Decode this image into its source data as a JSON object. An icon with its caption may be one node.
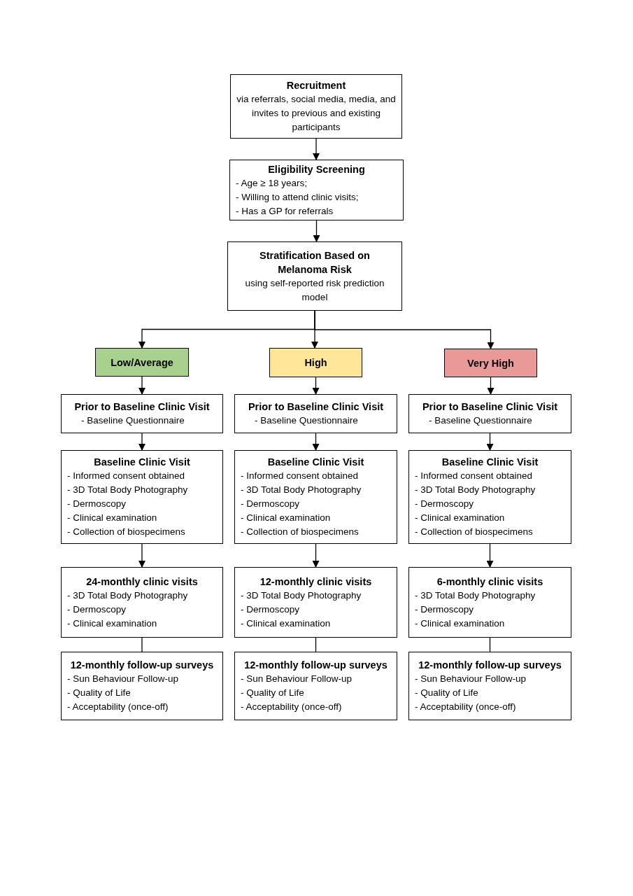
{
  "diagram": {
    "nodes": [
      {
        "text": [
          "Recruitment",
          "via referrals, social media, media, and invites to previous and existing participants"
        ]
      },
      {
        "text": [
          "Eligibility Screening",
          "- Age ≥ 18 years;",
          "- Willing to attend clinic visits;",
          "- Has a GP for referrals"
        ]
      },
      {
        "text": [
          "Stratification Based on Melanoma Risk",
          "using self-reported risk prediction model"
        ]
      },
      {
        "text": [
          "Low/Average"
        ]
      },
      {
        "text": [
          "High"
        ]
      },
      {
        "text": [
          "Very High"
        ]
      },
      {
        "text": [
          "Prior to Baseline Clinic Visit",
          "- Baseline Questionnaire"
        ]
      },
      {
        "text": [
          "Prior to Baseline Clinic Visit",
          "- Baseline Questionnaire"
        ]
      },
      {
        "text": [
          "Prior to Baseline Clinic Visit",
          "- Baseline Questionnaire"
        ]
      },
      {
        "text": [
          "Baseline Clinic Visit",
          "- Informed consent obtained",
          "- 3D Total Body Photography",
          "- Dermoscopy",
          "- Clinical examination",
          "- Collection of biospecimens"
        ]
      },
      {
        "text": [
          "Baseline Clinic Visit",
          "- Informed consent obtained",
          "- 3D Total Body Photography",
          "- Dermoscopy",
          "- Clinical examination",
          "- Collection of biospecimens"
        ]
      },
      {
        "text": [
          "Baseline Clinic Visit",
          "- Informed consent obtained",
          "- 3D Total Body Photography",
          "- Dermoscopy",
          "- Clinical examination",
          "- Collection of biospecimens"
        ]
      },
      {
        "text": [
          "24-monthly clinic visits",
          "- 3D Total Body Photography",
          "- Dermoscopy",
          "- Clinical examination"
        ]
      },
      {
        "text": [
          "12-monthly clinic visits",
          "- 3D Total Body Photography",
          "- Dermoscopy",
          "- Clinical examination"
        ]
      },
      {
        "text": [
          "6-monthly clinic visits",
          "- 3D Total Body Photography",
          "- Dermoscopy",
          "- Clinical examination"
        ]
      },
      {
        "text": [
          "12-monthly follow-up surveys",
          "- Sun Behaviour Follow-up",
          "- Quality of Life",
          "- Acceptability (once-off)"
        ]
      },
      {
        "text": [
          "12-monthly follow-up surveys",
          "- Sun Behaviour Follow-up",
          "- Quality of Life",
          "- Acceptability (once-off)"
        ]
      },
      {
        "text": [
          "12-monthly follow-up surveys",
          "- Sun Behaviour Follow-up",
          "- Quality of Life",
          "- Acceptability (once-off)"
        ]
      }
    ],
    "edges": [
      {
        "from": 0,
        "to": 1,
        "arrow": "to"
      },
      {
        "from": 1,
        "to": 2,
        "arrow": "to"
      },
      {
        "from": 2,
        "to": 3,
        "arrow": "to"
      },
      {
        "from": 2,
        "to": 4,
        "arrow": "to"
      },
      {
        "from": 2,
        "to": 5,
        "arrow": "to"
      },
      {
        "from": 3,
        "to": 6,
        "arrow": "to"
      },
      {
        "from": 4,
        "to": 7,
        "arrow": "to"
      },
      {
        "from": 5,
        "to": 8,
        "arrow": "to"
      },
      {
        "from": 6,
        "to": 9,
        "arrow": "to"
      },
      {
        "from": 7,
        "to": 10,
        "arrow": "to"
      },
      {
        "from": 8,
        "to": 11,
        "arrow": "to"
      },
      {
        "from": 9,
        "to": 12,
        "arrow": "to"
      },
      {
        "from": 10,
        "to": 13,
        "arrow": "to"
      },
      {
        "from": 11,
        "to": 14,
        "arrow": "to"
      },
      {
        "from": 12,
        "to": 15,
        "arrow": "none"
      },
      {
        "from": 13,
        "to": 16,
        "arrow": "none"
      },
      {
        "from": 14,
        "to": 17,
        "arrow": "none"
      }
    ]
  }
}
